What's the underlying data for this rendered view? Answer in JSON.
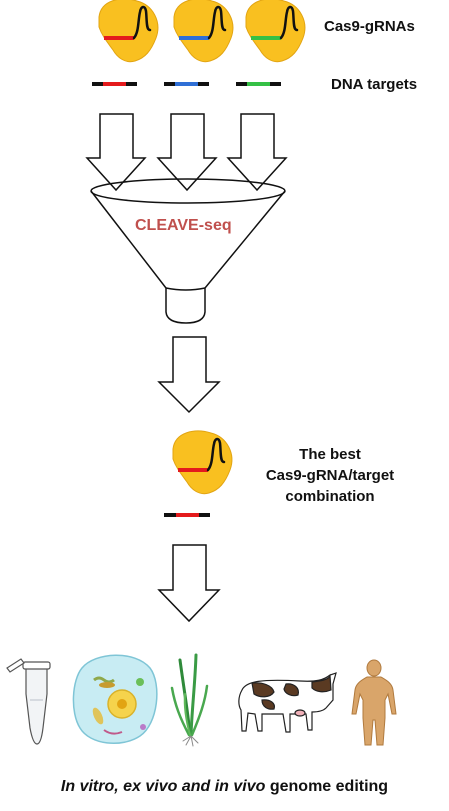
{
  "labels": {
    "cas9_grnas": "Cas9-gRNAs",
    "dna_targets": "DNA targets",
    "funnel": "CLEAVE-seq",
    "best_line1": "The best",
    "best_line2": "Cas9-gRNA/target",
    "best_line3": "combination",
    "footer_italic": "In vitro, ex vivo and in vivo",
    "footer_plain": " genome editing"
  },
  "colors": {
    "protein": "#f9c020",
    "protein_stroke": "#e2a412",
    "red_guide": "#e41a1c",
    "blue_guide": "#2f6fd6",
    "green_guide": "#35c045",
    "funnel_text": "#c0504d",
    "dna_black": "#111111"
  },
  "guides": [
    "red_guide",
    "blue_guide",
    "green_guide"
  ],
  "icons": [
    "tube-icon",
    "cell-icon",
    "plant-icon",
    "cow-icon",
    "human-icon"
  ]
}
